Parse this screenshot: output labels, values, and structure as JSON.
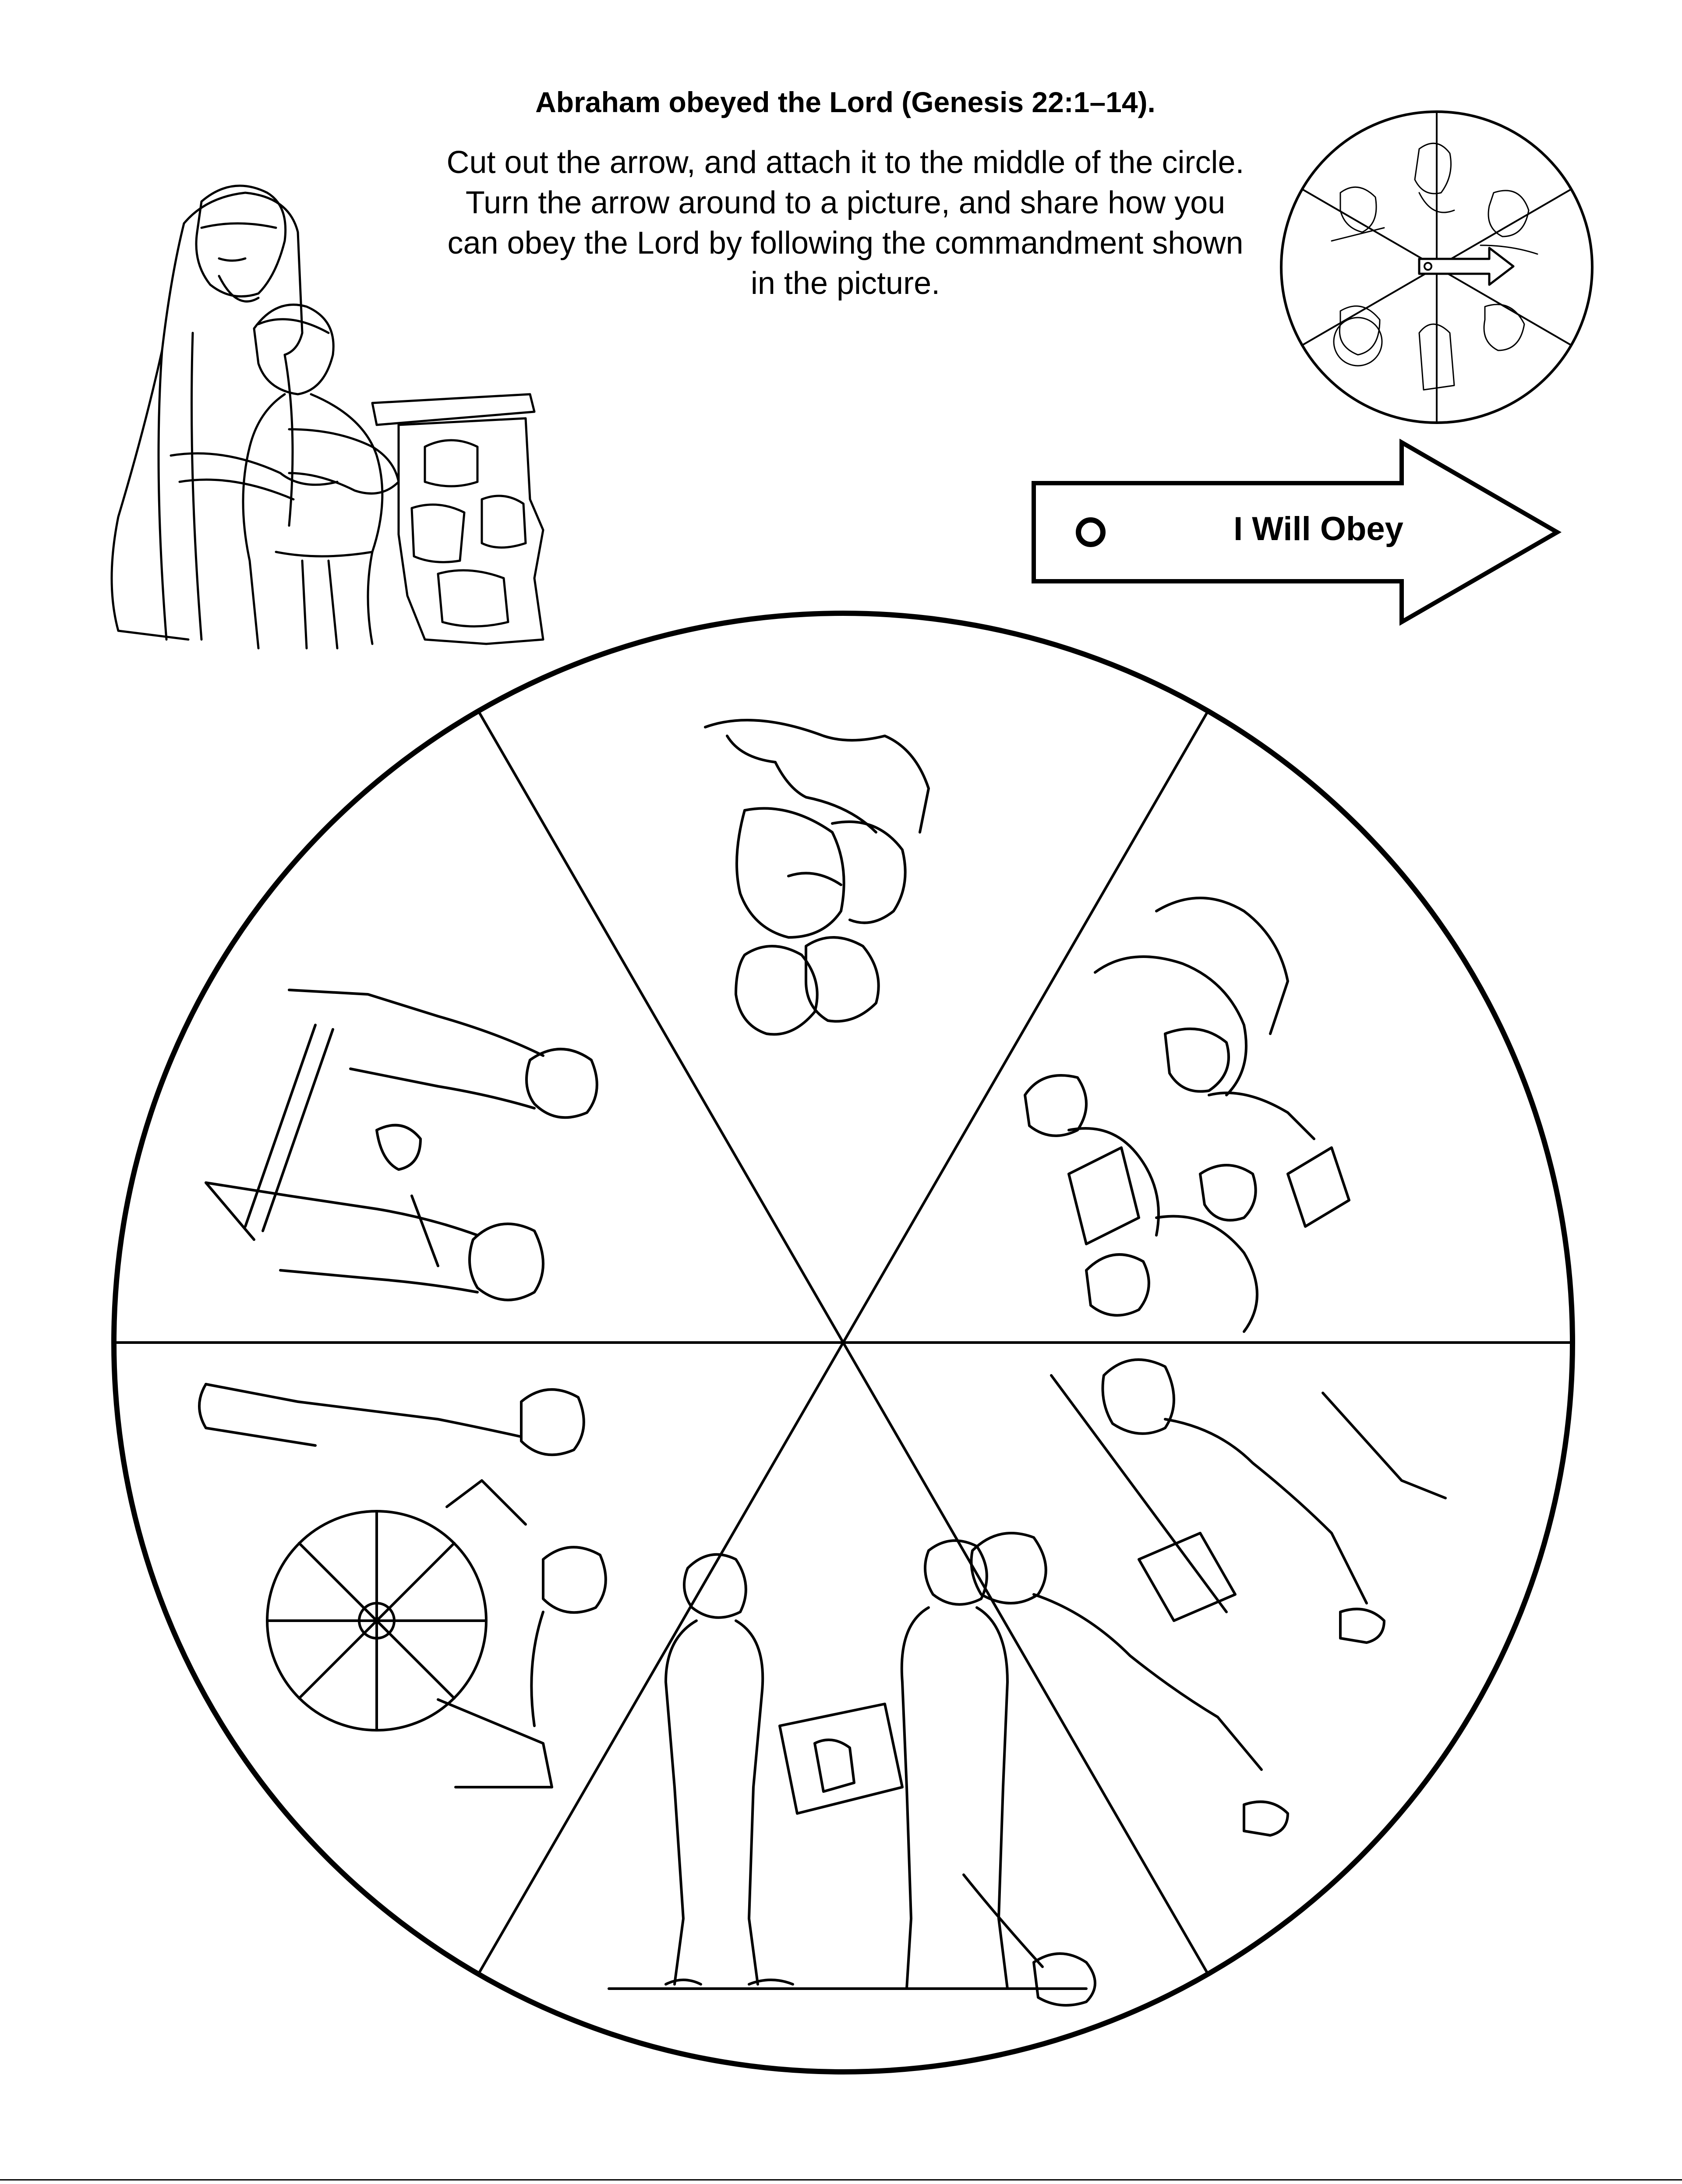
{
  "header": {
    "title": "Abraham obeyed the Lord (Genesis 22:1–14).",
    "instructions": "Cut out the arrow, and attach it to the middle of the circle. Turn the arrow around to a picture, and share how  you can obey the Lord by following the commandment shown in the picture."
  },
  "arrow": {
    "label": "I Will Obey"
  },
  "wheel": {
    "segments": [
      {
        "icon": "children-praying-icon"
      },
      {
        "icon": "family-reading-scriptures-icon"
      },
      {
        "icon": "boy-giving-donation-icon"
      },
      {
        "icon": "children-sharing-picture-icon"
      },
      {
        "icon": "girl-helping-wheelchair-icon"
      },
      {
        "icon": "boy-shaking-hands-with-man-icon"
      }
    ]
  },
  "colors": {
    "line": "#000000",
    "paper": "#ffffff"
  }
}
